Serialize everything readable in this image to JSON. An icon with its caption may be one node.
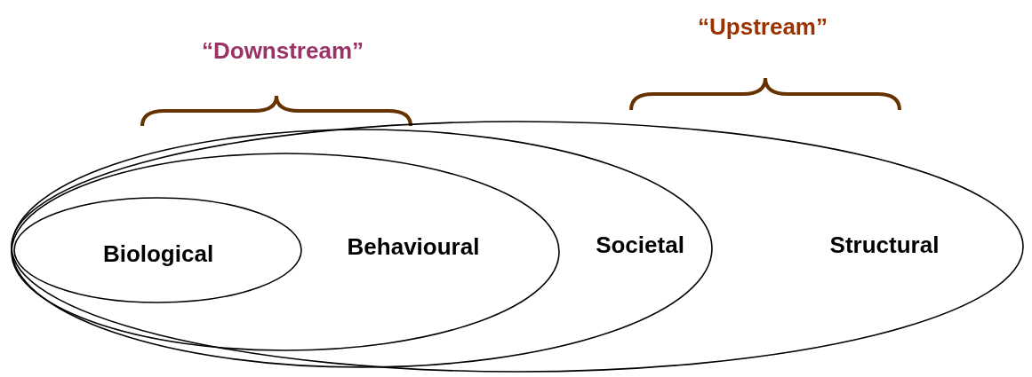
{
  "diagram": {
    "nodes": [
      {
        "text": [
          "Structural"
        ]
      },
      {
        "text": [
          "Societal"
        ],
        "in": 0
      },
      {
        "text": [
          "Behavioural"
        ],
        "in": 1
      },
      {
        "text": [
          "Biological"
        ],
        "in": 2
      }
    ],
    "labels": [
      "“Downstream”",
      "“Upstream”"
    ]
  }
}
